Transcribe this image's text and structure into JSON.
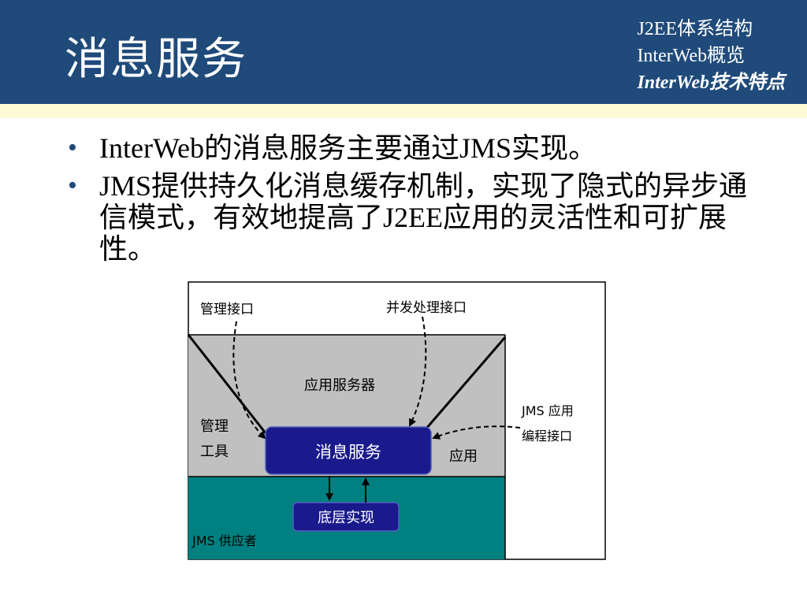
{
  "slide": {
    "title": "消息服务",
    "nav": [
      "J2EE体系结构",
      "InterWeb概览",
      "InterWeb技术特点"
    ]
  },
  "bullets": [
    "InterWeb的消息服务主要通过JMS实现。",
    "JMS提供持久化消息缓存机制，实现了隐式的异步通信模式，有效地提高了J2EE应用的灵活性和可扩展性。"
  ],
  "diagram": {
    "label_admin_interface": "管理接口",
    "label_concurrent_interface": "并发处理接口",
    "label_app_server": "应用服务器",
    "label_jms_api_line1": "JMS 应用",
    "label_jms_api_line2": "编程接口",
    "label_admin_tool_line1": "管理",
    "label_admin_tool_line2": "工具",
    "label_message_service": "消息服务",
    "label_application": "应用",
    "label_low_level": "底层实现",
    "label_jms_provider": "JMS 供应者",
    "colors": {
      "header": "#1f4a7a",
      "server_gray": "#c0c0c0",
      "provider_teal": "#008080",
      "box_blue": "#1a1a8c"
    }
  }
}
